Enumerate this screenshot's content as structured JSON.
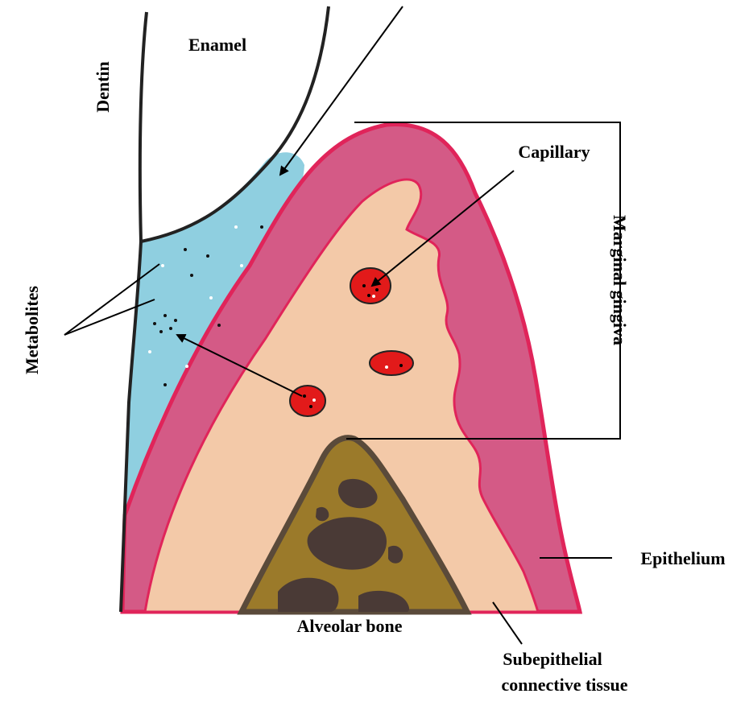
{
  "labels": {
    "enamel": "Enamel",
    "dentin": "Dentin",
    "metabolites": "Metabolites",
    "capillary": "Capillary",
    "marginal_gingiva": "Marginal gingiva",
    "epithelium": "Epithelium",
    "alveolar_bone": "Alveolar bone",
    "subepithelial_line1": "Subepithelial",
    "subepithelial_line2": "connective tissue"
  },
  "colors": {
    "crevicular_fluid": "#8fcfe0",
    "epithelium": "#d45a86",
    "epithelium_edge": "#e0245a",
    "connective_tissue": "#f3c9a8",
    "bone": "#9b7a2a",
    "bone_edge": "#5a4a3a",
    "marrow": "#4a3a36",
    "capillary": "#e21a1a",
    "outline": "#222222"
  }
}
